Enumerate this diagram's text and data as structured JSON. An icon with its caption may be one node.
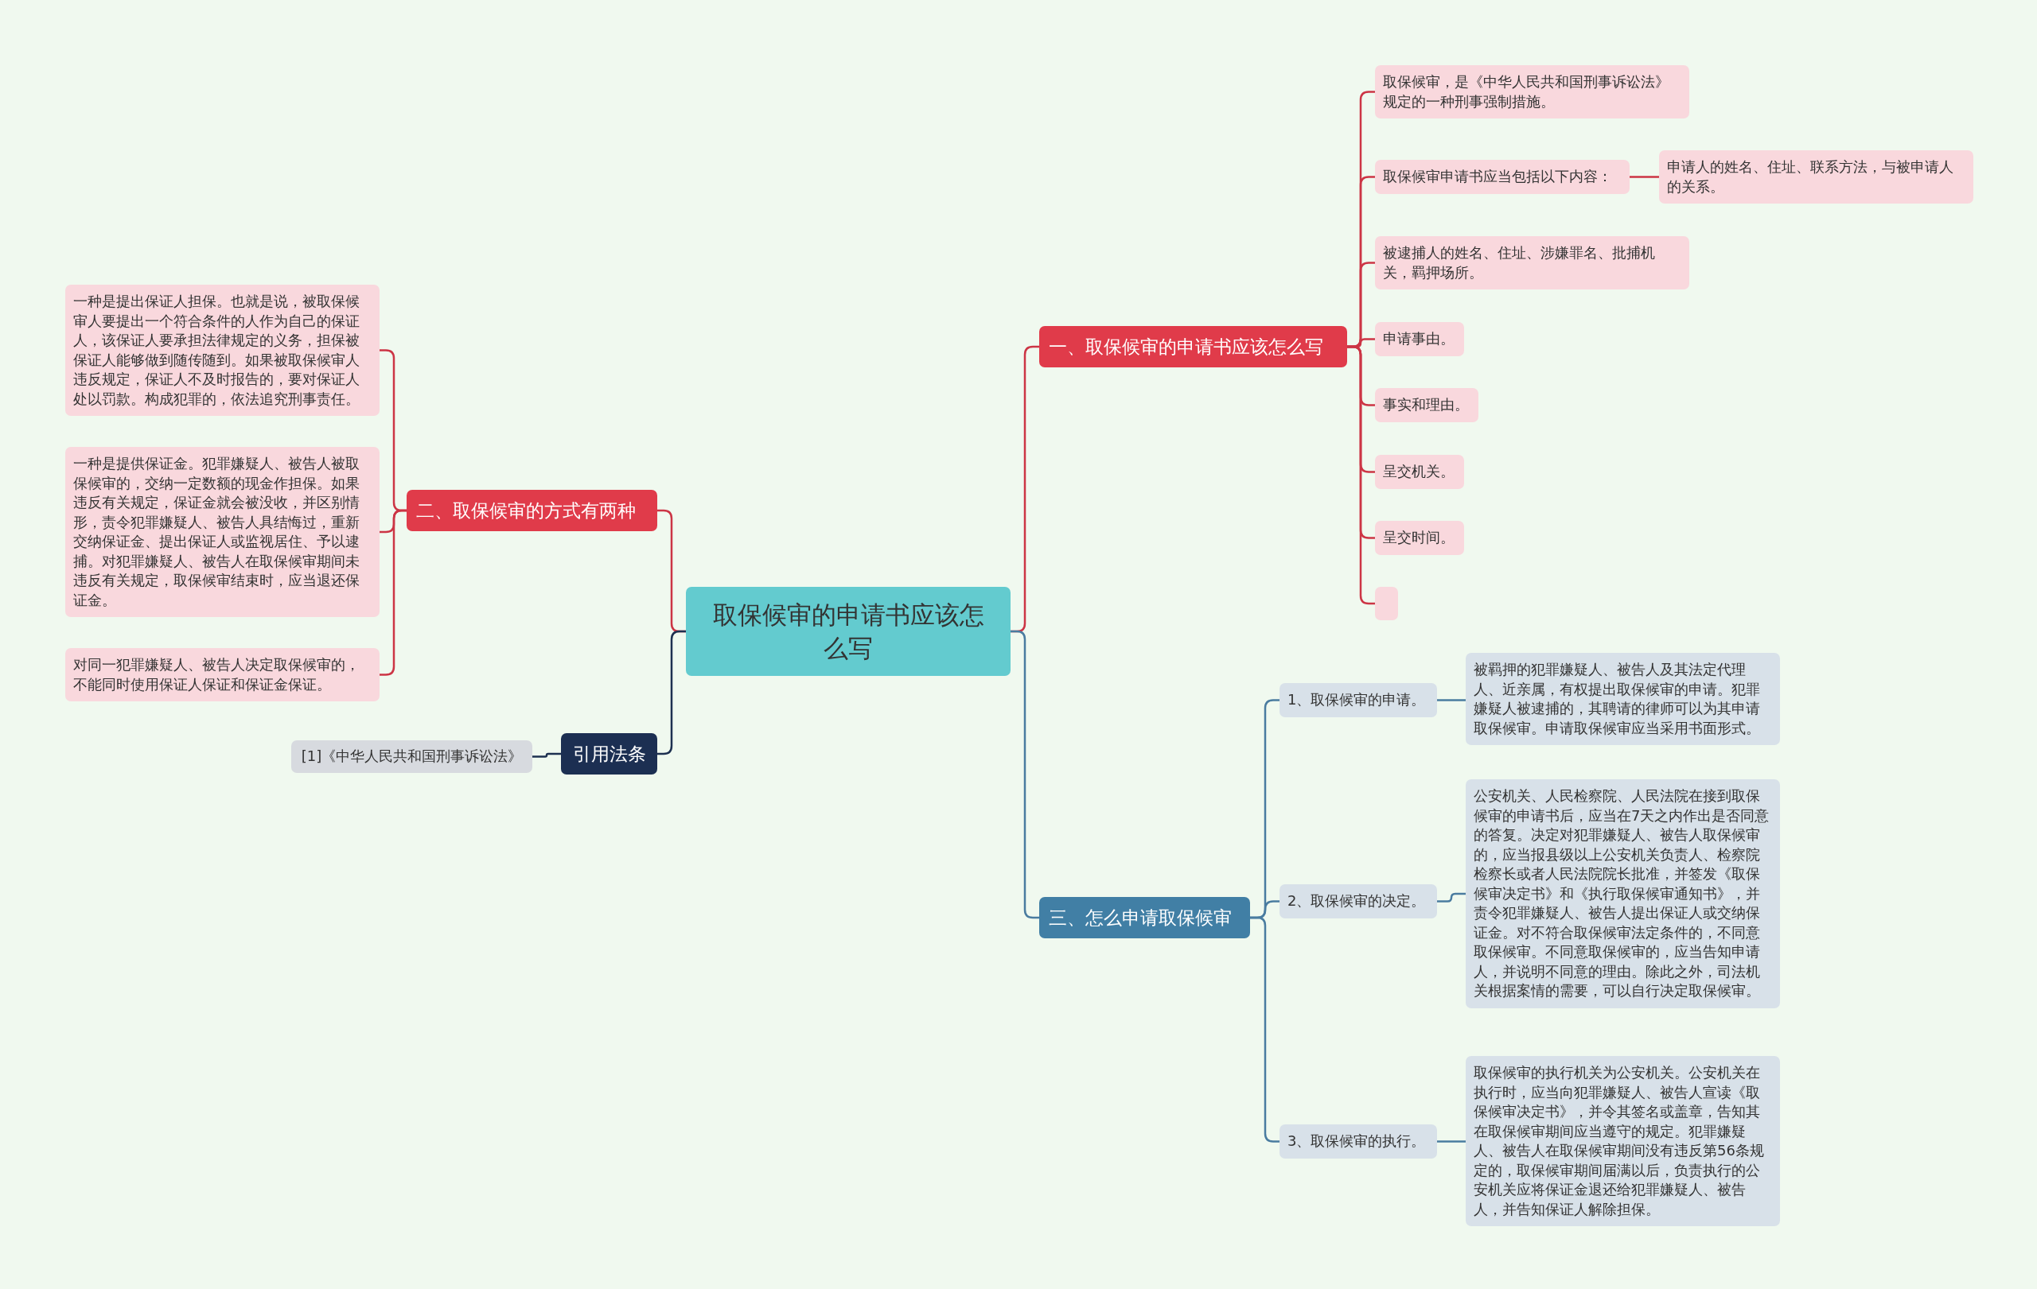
{
  "diagram": {
    "nodes": [
      {
        "text": [
          "取保候审的申请书应该怎么写"
        ]
      },
      {
        "text": [
          "一、取保候审的申请书应该怎么写"
        ]
      },
      {
        "text": [
          "取保候审，是《中华人民共和国刑事诉讼法》规定的一种刑事强制措施。"
        ]
      },
      {
        "text": [
          "取保候审申请书应当包括以下内容："
        ]
      },
      {
        "text": [
          "申请人的姓名、住址、联系方法，与被申请人的关系。"
        ]
      },
      {
        "text": [
          "被逮捕人的姓名、住址、涉嫌罪名、批捕机关，羁押场所。"
        ]
      },
      {
        "text": [
          "申请事由。"
        ]
      },
      {
        "text": [
          "事实和理由。"
        ]
      },
      {
        "text": [
          "呈交机关。"
        ]
      },
      {
        "text": [
          "呈交时间。"
        ]
      },
      {
        "text": [],
        "shape": "box"
      },
      {
        "text": [
          "二、取保候审的方式有两种"
        ]
      },
      {
        "text": [
          "一种是提出保证人担保。也就是说，被取保候审人要提出一个符合条件的人作为自己的保证人，该保证人要承担法律规定的义务，担保被保证人能够做到随传随到。如果被取保候审人违反规定，保证人不及时报告的，要对保证人处以罚款。构成犯罪的，依法追究刑事责任。"
        ]
      },
      {
        "text": [
          "一种是提供保证金。犯罪嫌疑人、被告人被取保候审的，交纳一定数额的现金作担保。如果违反有关规定，保证金就会被没收，并区别情形，责令犯罪嫌疑人、被告人具结悔过，重新交纳保证金、提出保证人或监视居住、予以逮捕。对犯罪嫌疑人、被告人在取保候审期间未违反有关规定，取保候审结束时，应当退还保证金。"
        ]
      },
      {
        "text": [
          "对同一犯罪嫌疑人、被告人决定取保候审的，不能同时使用保证人保证和保证金保证。"
        ]
      },
      {
        "text": [
          "三、怎么申请取保候审"
        ]
      },
      {
        "text": [
          "1、取保候审的申请。"
        ]
      },
      {
        "text": [
          "被羁押的犯罪嫌疑人、被告人及其法定代理人、近亲属，有权提出取保候审的申请。犯罪嫌疑人被逮捕的，其聘请的律师可以为其申请取保候审。申请取保候审应当采用书面形式。"
        ]
      },
      {
        "text": [
          "2、取保候审的决定。"
        ]
      },
      {
        "text": [
          "公安机关、人民检察院、人民法院在接到取保候审的申请书后，应当在7天之内作出是否同意的答复。决定对犯罪嫌疑人、被告人取保候审的，应当报县级以上公安机关负责人、检察院检察长或者人民法院院长批准，并签发《取保候审决定书》和《执行取保候审通知书》，并责令犯罪嫌疑人、被告人提出保证人或交纳保证金。对不符合取保候审法定条件的，不同意取保候审。不同意取保候审的，应当告知申请人，并说明不同意的理由。除此之外，司法机关根据案情的需要，可以自行决定取保候审。"
        ]
      },
      {
        "text": [
          "3、取保候审的执行。"
        ]
      },
      {
        "text": [
          "取保候审的执行机关为公安机关。公安机关在执行时，应当向犯罪嫌疑人、被告人宣读《取保候审决定书》，并令其签名或盖章，告知其在取保候审期间应当遵守的规定。犯罪嫌疑人、被告人在取保候审期间没有违反第56条规定的，取保候审期间届满以后，负责执行的公安机关应将保证金退还给犯罪嫌疑人、被告人，并告知保证人解除担保。"
        ]
      },
      {
        "text": [
          "引用法条"
        ]
      },
      {
        "text": [
          "[1]《中华人民共和国刑事诉讼法》"
        ]
      }
    ],
    "edges": [
      {
        "from": 0,
        "to": 1,
        "arrow": "none"
      },
      {
        "from": 1,
        "to": 2,
        "arrow": "none"
      },
      {
        "from": 1,
        "to": 3,
        "arrow": "none"
      },
      {
        "from": 3,
        "to": 4,
        "arrow": "none"
      },
      {
        "from": 1,
        "to": 5,
        "arrow": "none"
      },
      {
        "from": 1,
        "to": 6,
        "arrow": "none"
      },
      {
        "from": 1,
        "to": 7,
        "arrow": "none"
      },
      {
        "from": 1,
        "to": 8,
        "arrow": "none"
      },
      {
        "from": 1,
        "to": 9,
        "arrow": "none"
      },
      {
        "from": 1,
        "to": 10,
        "arrow": "none"
      },
      {
        "from": 0,
        "to": 11,
        "arrow": "none"
      },
      {
        "from": 11,
        "to": 12,
        "arrow": "none"
      },
      {
        "from": 11,
        "to": 13,
        "arrow": "none"
      },
      {
        "from": 11,
        "to": 14,
        "arrow": "none"
      },
      {
        "from": 0,
        "to": 15,
        "arrow": "none",
        "color": "#4a7ca0"
      },
      {
        "from": 15,
        "to": 16,
        "arrow": "none",
        "color": "#4a7ca0"
      },
      {
        "from": 16,
        "to": 17,
        "arrow": "none",
        "color": "#4a7ca0"
      },
      {
        "from": 15,
        "to": 18,
        "arrow": "none",
        "color": "#4a7ca0"
      },
      {
        "from": 18,
        "to": 19,
        "arrow": "none",
        "color": "#4a7ca0"
      },
      {
        "from": 15,
        "to": 20,
        "arrow": "none",
        "color": "#4a7ca0"
      },
      {
        "from": 20,
        "to": 21,
        "arrow": "none",
        "color": "#4a7ca0"
      },
      {
        "from": 0,
        "to": 22,
        "arrow": "none",
        "color": "#1d3050"
      },
      {
        "from": 22,
        "to": 23,
        "arrow": "none",
        "color": "#1d3050"
      }
    ]
  }
}
